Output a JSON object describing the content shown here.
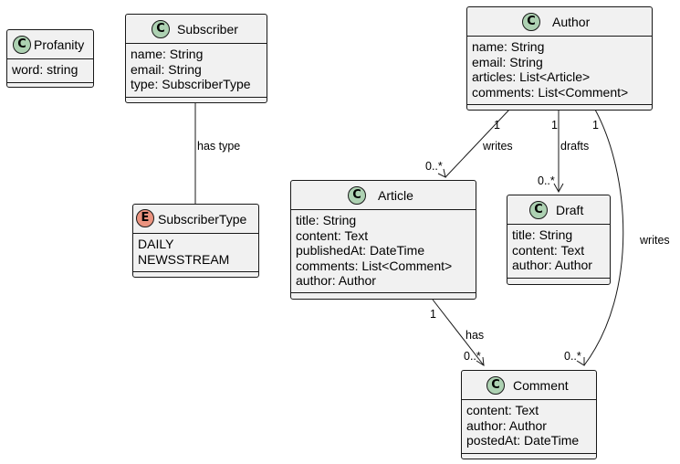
{
  "classes": {
    "profanity": {
      "name": "Profanity",
      "stereotype": "C",
      "fields": [
        "word: string"
      ]
    },
    "subscriber": {
      "name": "Subscriber",
      "stereotype": "C",
      "fields": [
        "name: String",
        "email: String",
        "type: SubscriberType"
      ]
    },
    "subscriber_type": {
      "name": "SubscriberType",
      "stereotype": "E",
      "fields": [
        "DAILY",
        "NEWSSTREAM"
      ]
    },
    "author": {
      "name": "Author",
      "stereotype": "C",
      "fields": [
        "name: String",
        "email: String",
        "articles: List<Article>",
        "comments: List<Comment>"
      ]
    },
    "article": {
      "name": "Article",
      "stereotype": "C",
      "fields": [
        "title: String",
        "content: Text",
        "publishedAt: DateTime",
        "comments: List<Comment>",
        "author: Author"
      ]
    },
    "draft": {
      "name": "Draft",
      "stereotype": "C",
      "fields": [
        "title: String",
        "content: Text",
        "author: Author"
      ]
    },
    "comment": {
      "name": "Comment",
      "stereotype": "C",
      "fields": [
        "content: Text",
        "author: Author",
        "postedAt: DateTime"
      ]
    }
  },
  "relations": {
    "subscriber_type_link": {
      "label": "has type"
    },
    "author_article": {
      "label": "writes",
      "from_mult": "1",
      "to_mult": "0..*"
    },
    "author_draft": {
      "label": "drafts",
      "from_mult": "1",
      "to_mult": "0..*"
    },
    "author_comment": {
      "label": "writes",
      "from_mult": "1",
      "to_mult": "0..*"
    },
    "article_comment": {
      "label": "has",
      "from_mult": "1",
      "to_mult": "0..*"
    }
  },
  "colors": {
    "class_fill": "#f1f1f1",
    "border": "#181818",
    "class_badge": "#add1b2",
    "enum_badge": "#eb937f"
  }
}
